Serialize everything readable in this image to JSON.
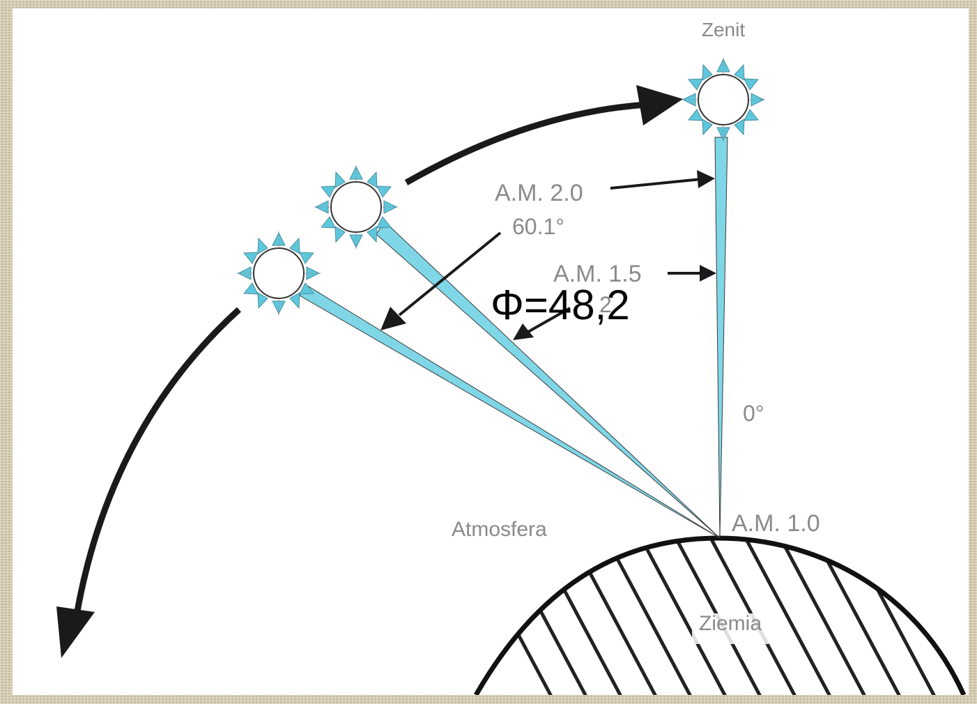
{
  "labels": {
    "zenith": "Zenit",
    "am20": "A.M. 2.0",
    "angle601": "60.1°",
    "am15": "A.M. 1.5",
    "am15_angle_partial": "2",
    "phi": "Φ=48,2",
    "zero_angle": "0°",
    "atmosphere": "Atmosfera",
    "am10": "A.M. 1.0",
    "earth": "Ziemia"
  },
  "icons": {
    "sun": "sun-icon",
    "arrow": "arrow-icon"
  },
  "colors": {
    "sun_ray": "#7fd6e6",
    "sun_spike": "#5ec7dc",
    "arrow": "#1a1a1a",
    "label": "#8a8a8a",
    "background": "#d8cdb0"
  }
}
